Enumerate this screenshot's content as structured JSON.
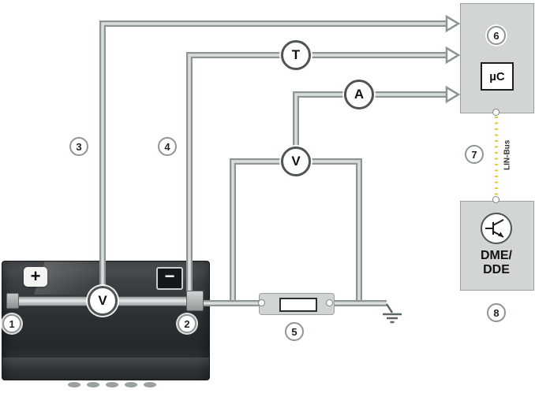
{
  "labels": {
    "plus": "+",
    "minus": "−",
    "micro_controller": "µC",
    "lin_bus": "LIN-Bus",
    "dme_line1": "DME/",
    "dme_line2": "DDE"
  },
  "sensors": {
    "battery_voltage": "V",
    "temperature": "T",
    "current": "A",
    "shunt_voltage": "V"
  },
  "callouts": {
    "c1": "1",
    "c2": "2",
    "c3": "3",
    "c4": "4",
    "c5": "5",
    "c6": "6",
    "c7": "7",
    "c8": "8"
  },
  "colors": {
    "wire_outer": "#8e9595",
    "wire_inner": "#dadede",
    "lin_bus_dotted": "#e9c73f",
    "module_fill": "#d2d6d2",
    "module_border": "#9aa09d",
    "battery_body": "#2c3134"
  }
}
